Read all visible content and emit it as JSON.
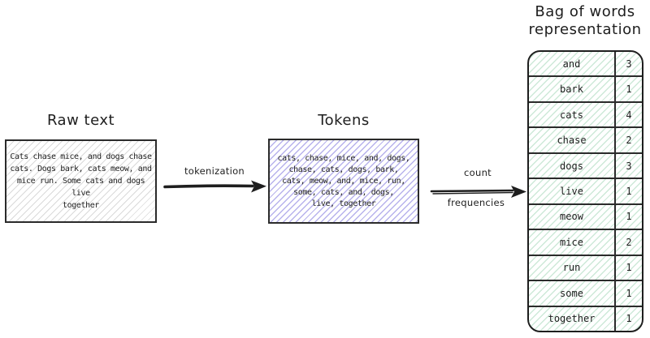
{
  "raw_text": {
    "title": "Raw text",
    "content": "Cats chase mice, and dogs chase\ncats. Dogs bark, cats meow, and\nmice run. Some cats and dogs live\ntogether"
  },
  "tokenization_arrow": {
    "label": "tokenization"
  },
  "tokens": {
    "title": "Tokens",
    "content": "cats, chase, mice, and, dogs,\nchase, cats, dogs, bark,\ncats, meow, and, mice, run,\nsome, cats, and, dogs,\nlive, together"
  },
  "count_arrow": {
    "label_top": "count",
    "label_bottom": "frequencies"
  },
  "bow": {
    "title": "Bag of words\nrepresentation",
    "rows": [
      {
        "word": "and",
        "count": 3
      },
      {
        "word": "bark",
        "count": 1
      },
      {
        "word": "cats",
        "count": 4
      },
      {
        "word": "chase",
        "count": 2
      },
      {
        "word": "dogs",
        "count": 3
      },
      {
        "word": "live",
        "count": 1
      },
      {
        "word": "meow",
        "count": 1
      },
      {
        "word": "mice",
        "count": 2
      },
      {
        "word": "run",
        "count": 1
      },
      {
        "word": "some",
        "count": 1
      },
      {
        "word": "together",
        "count": 1
      }
    ]
  },
  "colors": {
    "stroke": "#1e1e1e",
    "hatch_gray": "#cfcfcf",
    "hatch_purple": "#b7b2ec",
    "hatch_green": "#cde9d8"
  }
}
